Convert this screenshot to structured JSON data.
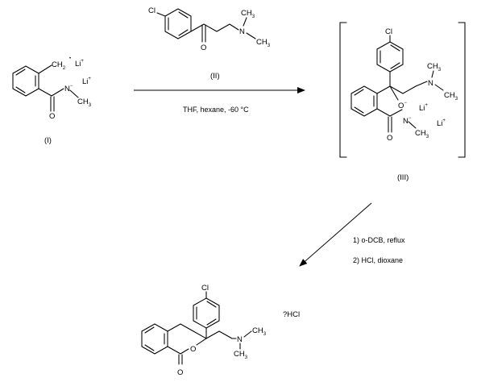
{
  "compounds": {
    "I": {
      "label": "(I)",
      "atoms": {
        "ch2": "CH",
        "ch2_sub": "2",
        "li": "Li",
        "li_charge": "+",
        "n": "N",
        "n_charge": "−",
        "ch3": "CH",
        "ch3_sub": "3",
        "o": "O"
      }
    },
    "II": {
      "label": "(II)",
      "atoms": {
        "cl": "Cl",
        "n": "N",
        "ch3": "CH",
        "ch3_sub": "3",
        "o": "O"
      }
    },
    "III": {
      "label": "(III)",
      "atoms": {
        "cl": "Cl",
        "n": "N",
        "ch3": "CH",
        "ch3_sub": "3",
        "o_minus": "O",
        "minus": "−",
        "li": "Li",
        "li_charge": "+",
        "o": "O"
      }
    },
    "product": {
      "atoms": {
        "cl": "Cl",
        "n": "N",
        "ch3": "CH",
        "ch3_sub": "3",
        "o": "O"
      },
      "salt": "?HCl"
    }
  },
  "arrows": {
    "step1": {
      "conditions": "THF, hexane, -60 °C"
    },
    "step2": {
      "line1": "1) o-DCB, reflux",
      "line2": "2) HCl, dioxane"
    }
  }
}
